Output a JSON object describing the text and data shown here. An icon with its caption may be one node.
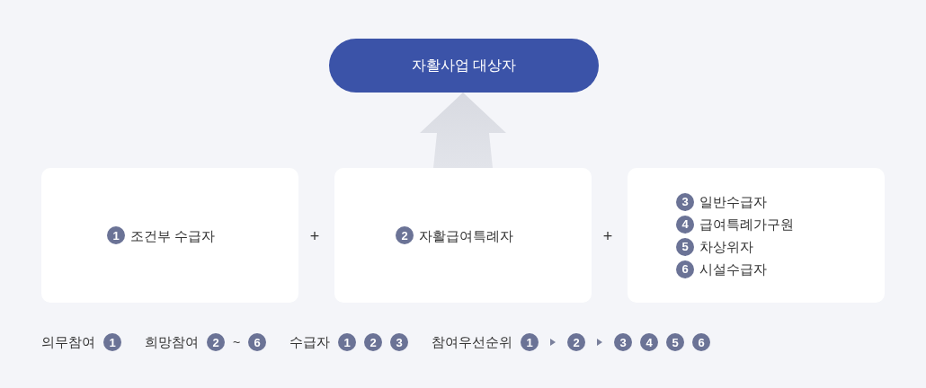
{
  "diagram": {
    "nodes": [
      {
        "text": [
          "자활사업 대상자"
        ]
      },
      {
        "text": [
          "1",
          "조건부 수급자"
        ]
      },
      {
        "text": [
          "2",
          "자활급여특례자"
        ]
      },
      {
        "text": [
          "3",
          "일반수급자",
          "4",
          "급여특례가구원",
          "5",
          "차상위자",
          "6",
          "시설수급자"
        ]
      }
    ],
    "edges": [
      {
        "from": 2,
        "to": 0,
        "arrow": "to",
        "style": "thick"
      }
    ],
    "labels": [
      "+",
      "+",
      "의무참여",
      "1",
      "희망참여",
      "2",
      "~",
      "6",
      "수급자",
      "1",
      "2",
      "3",
      "참여우선순위",
      "1",
      "2",
      "3",
      "4",
      "5",
      "6"
    ]
  }
}
